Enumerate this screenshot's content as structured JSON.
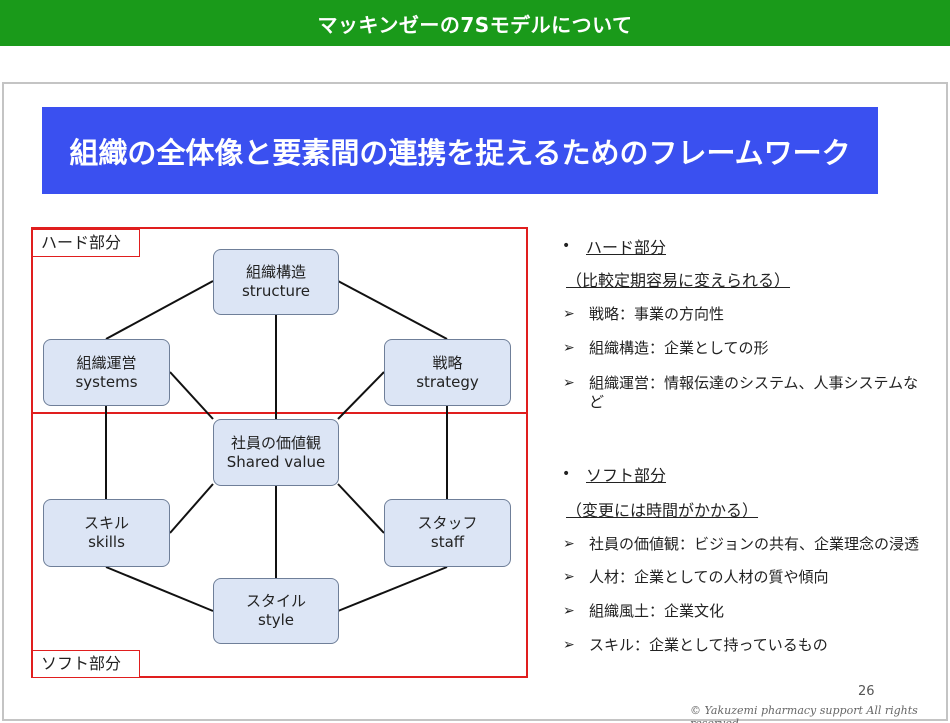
{
  "header": {
    "title": "マッキンゼーの7Sモデルについて"
  },
  "banner": {
    "text": "組織の全体像と要素間の連携を捉えるためのフレームワーク"
  },
  "diagram": {
    "hard_label": "ハード部分",
    "soft_label": "ソフト部分",
    "nodes": {
      "structure": {
        "jp": "組織構造",
        "en": "structure"
      },
      "strategy": {
        "jp": "戦略",
        "en": "strategy"
      },
      "systems": {
        "jp": "組織運営",
        "en": "systems"
      },
      "shared_value": {
        "jp": "社員の価値観",
        "en": "Shared value"
      },
      "skills": {
        "jp": "スキル",
        "en": "skills"
      },
      "staff": {
        "jp": "スタッフ",
        "en": "staff"
      },
      "style": {
        "jp": "スタイル",
        "en": "style"
      }
    },
    "colors": {
      "node_fill": "#dce5f5",
      "node_border": "#6f7f99",
      "frame": "#e01e1e"
    }
  },
  "side": {
    "hard": {
      "bullet": "•",
      "title": "ハード部分",
      "subtitle": "（比較定期容易に変えられる）",
      "arrow": "➢",
      "items": [
        "戦略：事業の方向性",
        "組織構造：企業としての形",
        "組織運営：情報伝達のシステム、人事システムなど"
      ]
    },
    "soft": {
      "bullet": "•",
      "title": "ソフト部分",
      "subtitle": "（変更には時間がかかる）",
      "arrow": "➢",
      "items": [
        "社員の価値観：ビジョンの共有、企業理念の浸透",
        "人材：企業としての人材の質や傾向",
        "組織風土：企業文化",
        "スキル：企業として持っているもの"
      ]
    }
  },
  "footer": {
    "page": "26",
    "copyright": "© Yakuzemi pharmacy support All rights reserved"
  },
  "colors": {
    "header_green": "#1a9a1a",
    "banner_blue": "#3a50f0"
  }
}
